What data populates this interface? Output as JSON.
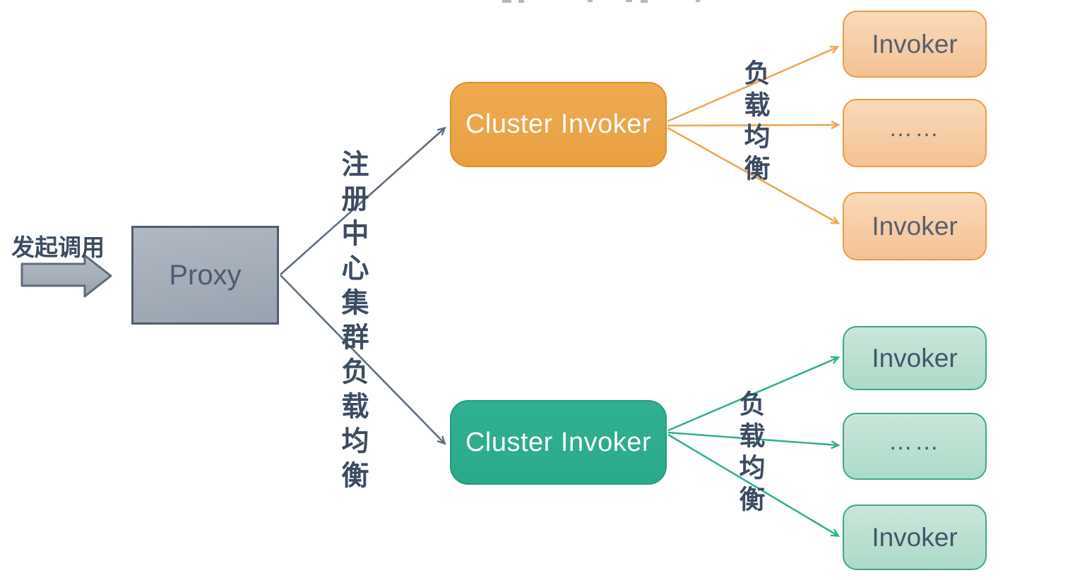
{
  "caller_label": "发起调用",
  "proxy_label": "Proxy",
  "registry_label": "注册中心集群负载均衡",
  "top_cluster": {
    "label": "Cluster Invoker",
    "load_balance_label": "负载均衡",
    "invokers": [
      "Invoker",
      "……",
      "Invoker"
    ]
  },
  "bottom_cluster": {
    "label": "Cluster Invoker",
    "load_balance_label": "负载均衡",
    "invokers": [
      "Invoker",
      "……",
      "Invoker"
    ]
  },
  "colors": {
    "orange_fill": "#ECA54A",
    "orange_border": "#DE9027",
    "orange_light_fill": "#F7CFA9",
    "orange_light_border": "#E99E45",
    "teal_fill": "#2EAE90",
    "teal_border": "#229C82",
    "teal_light_fill": "#BCE0D1",
    "teal_light_border": "#40A58C",
    "proxy_fill": "#A5AEB9",
    "proxy_border": "#515D70",
    "slate_text": "#3D4C62",
    "invoker_text": "#56606E",
    "connector_slate": "#5E6D82",
    "connector_orange": "#F0A44C",
    "connector_teal": "#2FAE90",
    "cluster_text": "#FDFDFD"
  }
}
